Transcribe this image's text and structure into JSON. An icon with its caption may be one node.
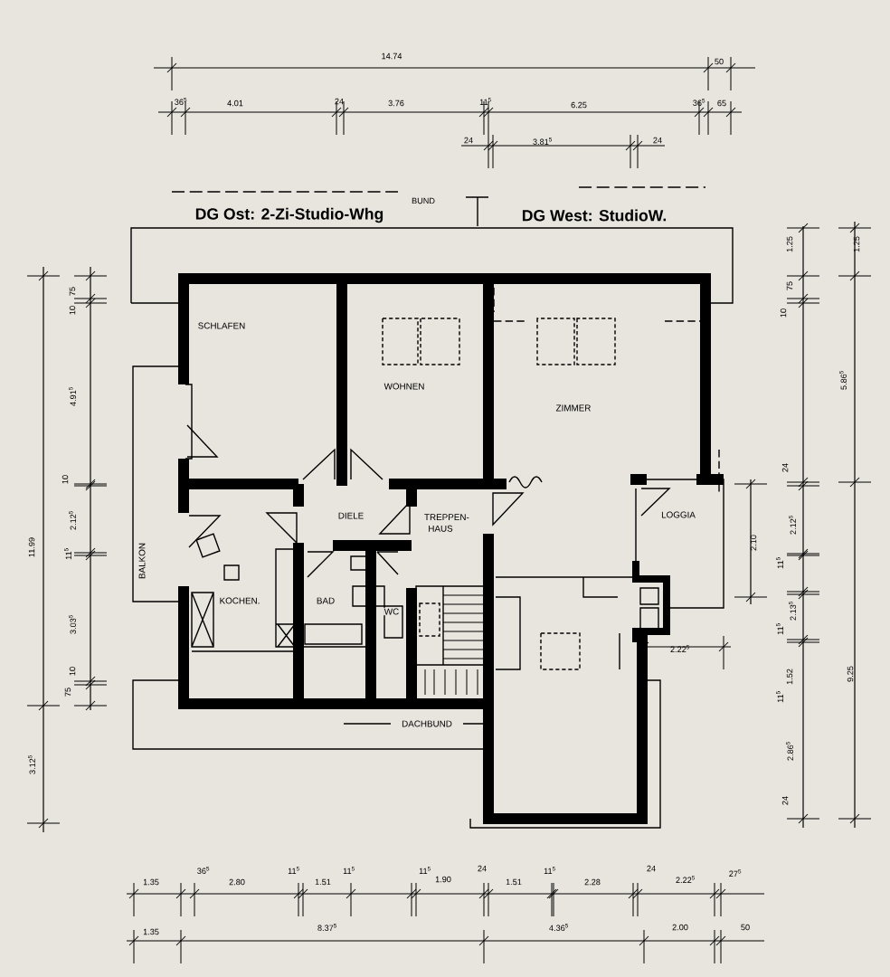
{
  "diagram": {
    "labels": [
      "14.74",
      "50",
      "36$^{5}$",
      "4.01",
      "24",
      "3.76",
      "11$^{5}$",
      "6.25",
      "36$^{5}$",
      "65",
      "24",
      "3.81$^{5}$",
      "24",
      "BUND",
      "DG Ost: 2-Zi-Studio-Whg",
      "DG West: StudioW.",
      "1.25",
      "1.25",
      "75",
      "10",
      "5.86$^{5}$",
      "24",
      "2.12$^{5}$",
      "11$^{5}$",
      "2.10",
      "2.13$^{5}$",
      "11$^{5}$",
      "1.52",
      "9.25",
      "11$^{5}$",
      "2.86$^{5}$",
      "24",
      "75",
      "10",
      "4.91$^{5}$",
      "10",
      "2.12$^{5}$",
      "11$^{5}$",
      "3.03$^{5}$",
      "10",
      "75",
      "11.99",
      "3.12$^{5}$",
      "SCHLAFEN",
      "WOHNEN",
      "ZIMMER",
      "DIELE",
      "TREPPEN-HAUS",
      "LOGGIA",
      "BALKON",
      "KOCHEN.",
      "BAD",
      "WC",
      "2.22$^{5}$",
      "DACHBUND",
      "1.35",
      "36$^{5}$",
      "2.80",
      "11$^{5}$",
      "1.51",
      "11$^{5}$",
      "11$^{5}$",
      "1.90",
      "24",
      "1.51",
      "11$^{5}$",
      "2.28",
      "24",
      "2.22$^{5}$",
      "27$^{5}$",
      "1.35",
      "8.37$^{5}$",
      "4.36$^{5}$",
      "2.00",
      "50"
    ]
  }
}
